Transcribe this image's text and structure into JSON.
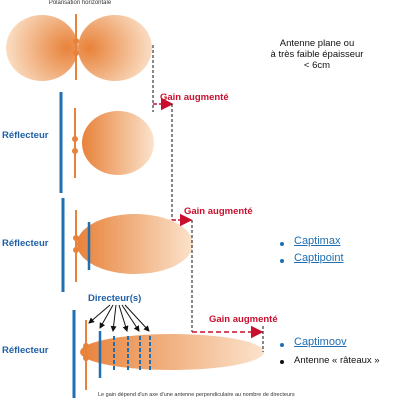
{
  "top_caption": {
    "line1": "Polarisation horizontale"
  },
  "flat_antenna_note": {
    "line1": "Antenne plane ou",
    "line2": "à très faible épaisseur",
    "line3": "< 6cm"
  },
  "sections": [
    {
      "reflector_label": "Réflecteur",
      "gain_label": "Gain augmenté"
    },
    {
      "reflector_label": "Réflecteur",
      "gain_label": "Gain augmenté"
    },
    {
      "reflector_label": "Réflecteur",
      "gain_label": "Gain augmenté",
      "director_label": "Directeur(s)"
    }
  ],
  "products_group_2": [
    "Captimax",
    "Captipoint"
  ],
  "products_group_3": [
    "Captimoov",
    "Antenne « râteaux »"
  ],
  "footnote": "Le gain dépend d'un axe d'une antenne perpendiculaire au nombre de directeurs",
  "colors": {
    "lobe_light": "#fbe3cc",
    "lobe_dark": "#e8823a",
    "element_blue": "#1f6fb2",
    "gain_red": "#c8102e",
    "label_blue": "#1f5fa8"
  },
  "icons": [
    "antenna-element-icon",
    "arrow-right-icon"
  ]
}
